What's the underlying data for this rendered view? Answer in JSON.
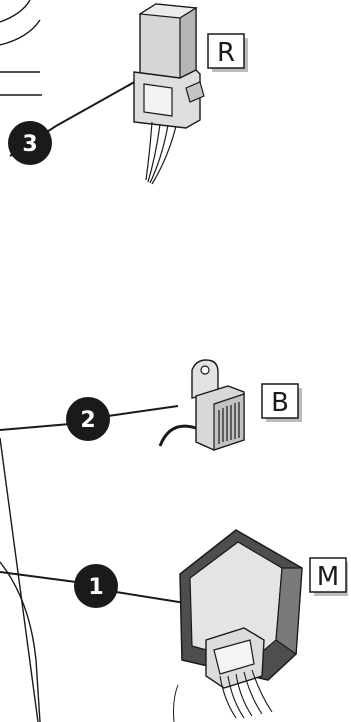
{
  "callouts": [
    {
      "number": "3",
      "component_letter": "R"
    },
    {
      "number": "2",
      "component_letter": "B"
    },
    {
      "number": "1",
      "component_letter": "M"
    }
  ],
  "colors": {
    "line": "#1a1a1a",
    "part_light": "#e2e2e2",
    "part_mid": "#bdbdbd",
    "part_dark": "#555555",
    "label_shadow": "#bdbdbd"
  }
}
